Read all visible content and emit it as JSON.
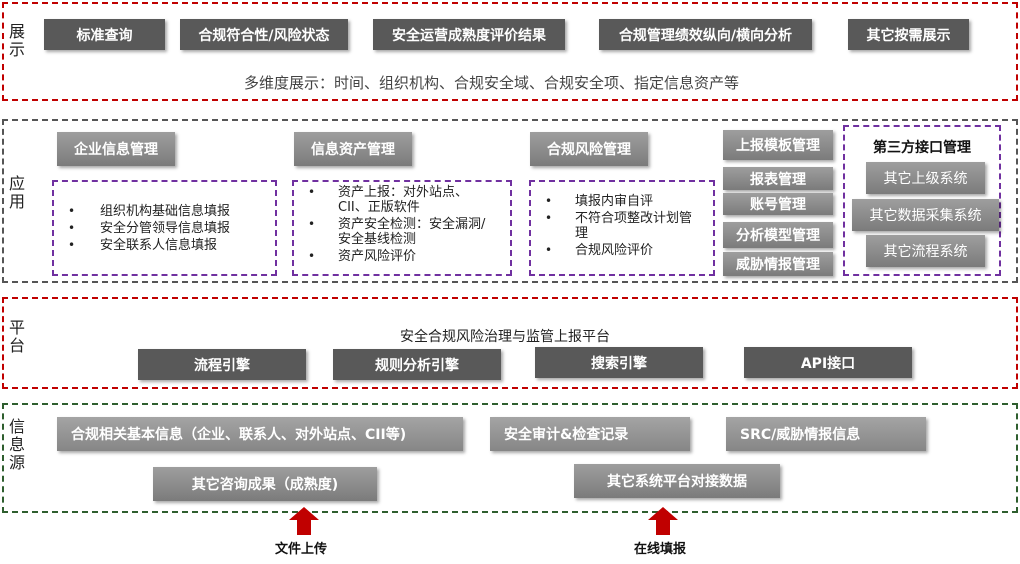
{
  "display": {
    "title": "展示",
    "buttons": [
      "标准查询",
      "合规符合性/风险状态",
      "安全运营成熟度评价结果",
      "合规管理绩效纵向/横向分析",
      "其它按需展示"
    ],
    "subtitle": "多维度展示：时间、组织机构、合规安全域、合规安全项、指定信息资产等"
  },
  "application": {
    "title": "应用",
    "modules": [
      {
        "label": "企业信息管理",
        "items": [
          "组织机构基础信息填报",
          "安全分管领导信息填报",
          "安全联系人信息填报"
        ]
      },
      {
        "label": "信息资产管理",
        "items": [
          "资产上报：对外站点、CII、正版软件",
          "资产安全检测：安全漏洞/安全基线检测",
          "资产风险评价"
        ]
      },
      {
        "label": "合规风险管理",
        "items": [
          "填报内审自评",
          "不符合项整改计划管理",
          "合规风险评价"
        ]
      }
    ],
    "side_buttons": [
      "上报模板管理",
      "报表管理",
      "账号管理",
      "分析模型管理",
      "威胁情报管理"
    ],
    "third_party": {
      "title": "第三方接口管理",
      "buttons": [
        "其它上级系统",
        "其它数据采集系统",
        "其它流程系统"
      ]
    }
  },
  "platform": {
    "title": "平台",
    "subtitle": "安全合规风险治理与监管上报平台",
    "buttons": [
      "流程引擎",
      "规则分析引擎",
      "搜索引擎",
      "API接口"
    ]
  },
  "source": {
    "title": "信息源",
    "buttons": [
      "合规相关基本信息（企业、联系人、对外站点、CII等)",
      "安全审计&检查记录",
      "SRC/威胁情报信息",
      "其它咨询成果（成熟度)",
      "其它系统平台对接数据"
    ]
  },
  "inputs": [
    "文件上传",
    "在线填报"
  ],
  "colors": {
    "red_border": "#c00000",
    "purple_border": "#7030a0",
    "green_border": "#2e5e2e",
    "dark_pill": "#595959",
    "arrow": "#c00000"
  }
}
